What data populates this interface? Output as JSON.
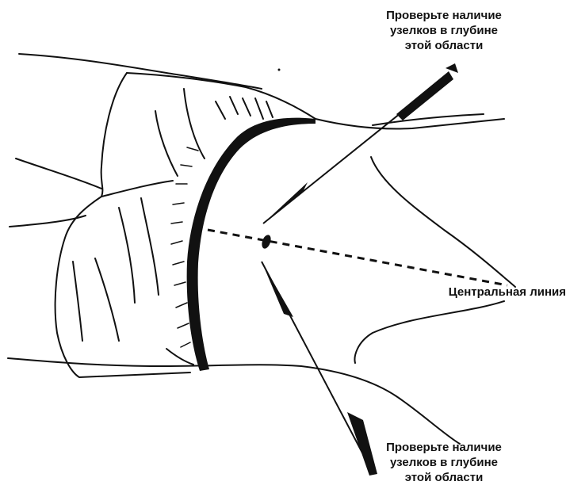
{
  "labels": {
    "top": [
      "Проверьте наличие",
      "узелков в глубине",
      "этой области"
    ],
    "center": "Центральная линия",
    "bottom": [
      "Проверьте наличие",
      "узелков в глубине",
      "этой области"
    ]
  },
  "colors": {
    "ink": "#111111",
    "paper": "#ffffff"
  }
}
